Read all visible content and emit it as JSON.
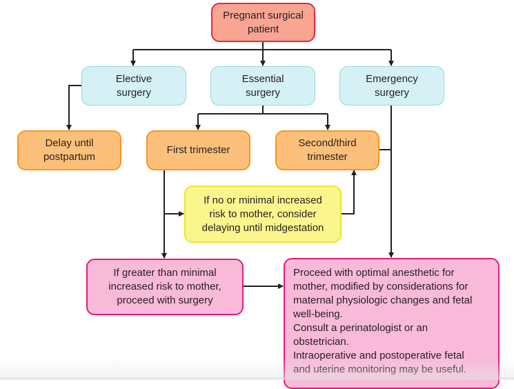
{
  "diagram": {
    "nodes": {
      "root": "Pregnant surgical\npatient",
      "elective": "Elective\nsurgery",
      "essential": "Essential\nsurgery",
      "emergency": "Emergency\nsurgery",
      "delay": "Delay until\npostpartum",
      "first": "First trimester",
      "second_third": "Second/third\ntrimester",
      "minimal_risk": "If no or minimal increased\nrisk to mother, consider\ndelaying until midgestation",
      "greater_risk": "If greater than minimal\nincreased risk to mother,\nproceed with surgery",
      "proceed": "Proceed with optimal anesthetic for\nmother, modified by considerations for\nmaternal physiologic changes and fetal\nwell-being.\nConsult a perinatologist or an\nobstetrician.\nIntraoperative and postoperative fetal\nand uterine monitoring may be useful."
    },
    "edges": [
      [
        "root",
        "elective"
      ],
      [
        "root",
        "essential"
      ],
      [
        "root",
        "emergency"
      ],
      [
        "elective",
        "delay"
      ],
      [
        "essential",
        "first"
      ],
      [
        "essential",
        "second_third"
      ],
      [
        "first",
        "minimal_risk"
      ],
      [
        "first",
        "greater_risk"
      ],
      [
        "minimal_risk",
        "second_third"
      ],
      [
        "second_third",
        "proceed"
      ],
      [
        "emergency",
        "proceed"
      ],
      [
        "greater_risk",
        "proceed"
      ]
    ],
    "colors": {
      "root": "#f9a592",
      "category": "#d5f1f6",
      "timing": "#fdc07b",
      "consider": "#fbf68c",
      "action": "#f9b9d8"
    }
  }
}
